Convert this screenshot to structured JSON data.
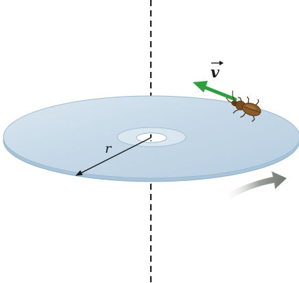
{
  "labels": {
    "velocity": "v",
    "radius": "r"
  },
  "colors": {
    "disc_fill": "#c9dbe8",
    "disc_edge": "#8eaec6",
    "disc_rim": "#a8c4d8",
    "hub_ring": "#e4eef5",
    "axis_line": "#1a1a1a",
    "velocity_arrow": "#2e9e3f",
    "rotation_arrow": "#7a7f78",
    "radius_line": "#1a1a1a",
    "beetle_body": "#8a5a2b",
    "beetle_shade": "#5e3a17"
  },
  "icons": {
    "beetle": "beetle-icon",
    "rotation": "curved-rotation-arrow"
  }
}
